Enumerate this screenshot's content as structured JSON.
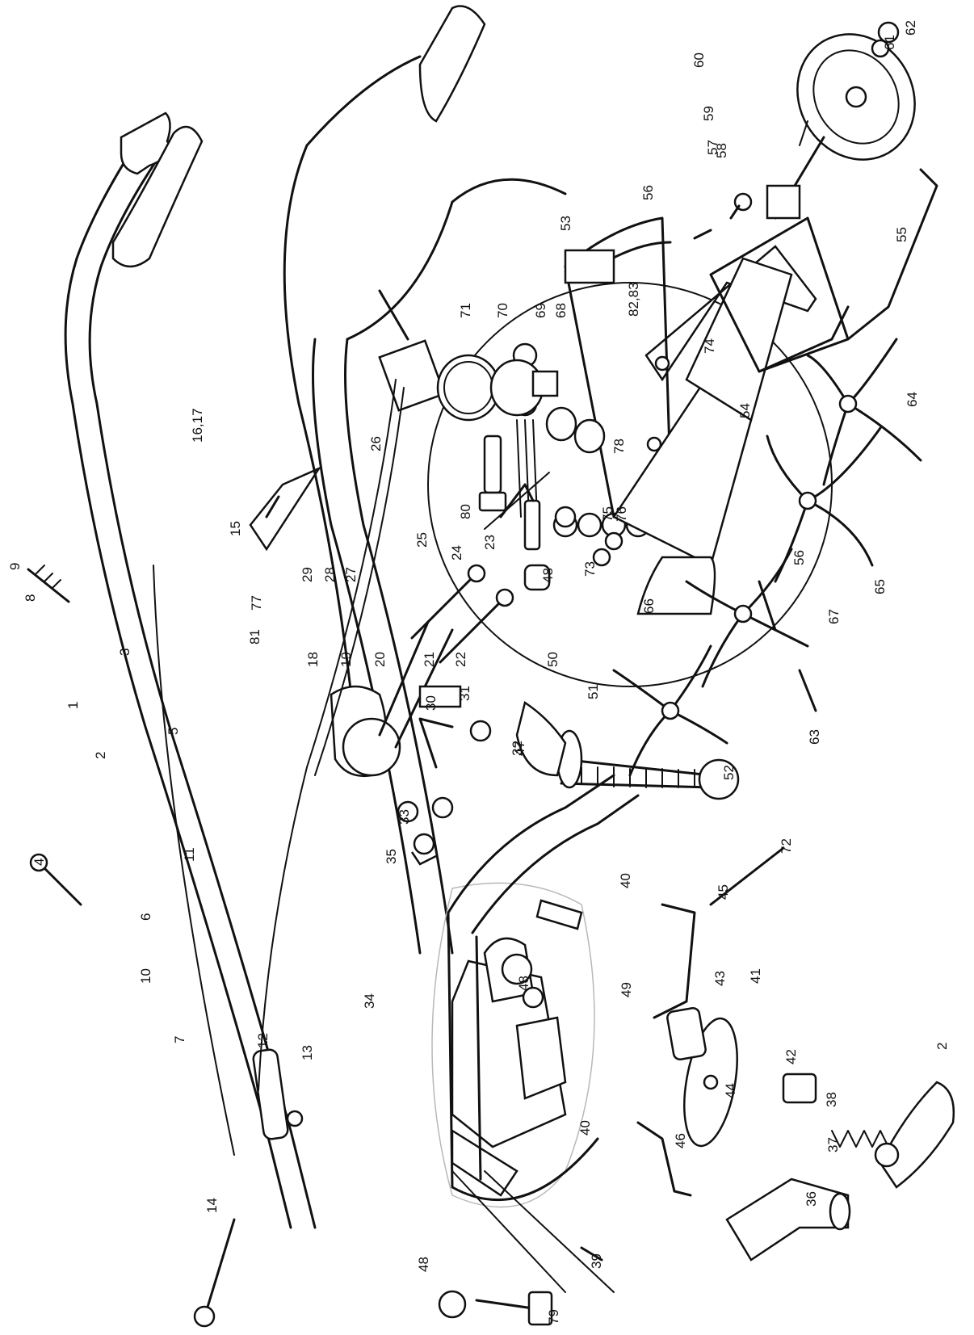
{
  "labels": [
    {
      "id": "p1",
      "text": "1"
    },
    {
      "id": "p2a",
      "text": "2"
    },
    {
      "id": "p2b",
      "text": "2"
    },
    {
      "id": "p3",
      "text": "3"
    },
    {
      "id": "p4",
      "text": "4"
    },
    {
      "id": "p5",
      "text": "5"
    },
    {
      "id": "p6",
      "text": "6"
    },
    {
      "id": "p7",
      "text": "7"
    },
    {
      "id": "p8",
      "text": "8"
    },
    {
      "id": "p9",
      "text": "9"
    },
    {
      "id": "p10",
      "text": "10"
    },
    {
      "id": "p11",
      "text": "11"
    },
    {
      "id": "p12",
      "text": "12"
    },
    {
      "id": "p13",
      "text": "13"
    },
    {
      "id": "p14",
      "text": "14"
    },
    {
      "id": "p15",
      "text": "15"
    },
    {
      "id": "p16",
      "text": "16,17"
    },
    {
      "id": "p18",
      "text": "18"
    },
    {
      "id": "p19",
      "text": "19"
    },
    {
      "id": "p20",
      "text": "20"
    },
    {
      "id": "p21",
      "text": "21"
    },
    {
      "id": "p22",
      "text": "22"
    },
    {
      "id": "p23",
      "text": "23"
    },
    {
      "id": "p24",
      "text": "24"
    },
    {
      "id": "p25",
      "text": "25"
    },
    {
      "id": "p26",
      "text": "26"
    },
    {
      "id": "p27",
      "text": "27"
    },
    {
      "id": "p28",
      "text": "28"
    },
    {
      "id": "p29",
      "text": "29"
    },
    {
      "id": "p30",
      "text": "30"
    },
    {
      "id": "p31",
      "text": "31"
    },
    {
      "id": "p32",
      "text": "32"
    },
    {
      "id": "p33",
      "text": "33"
    },
    {
      "id": "p34",
      "text": "34"
    },
    {
      "id": "p35",
      "text": "35"
    },
    {
      "id": "p36",
      "text": "36"
    },
    {
      "id": "p37",
      "text": "37"
    },
    {
      "id": "p38",
      "text": "38"
    },
    {
      "id": "p39",
      "text": "39"
    },
    {
      "id": "p40a",
      "text": "40"
    },
    {
      "id": "p40b",
      "text": "40"
    },
    {
      "id": "p41",
      "text": "41"
    },
    {
      "id": "p42",
      "text": "42"
    },
    {
      "id": "p43",
      "text": "43"
    },
    {
      "id": "p44",
      "text": "44"
    },
    {
      "id": "p45",
      "text": "45"
    },
    {
      "id": "p46",
      "text": "46"
    },
    {
      "id": "p47",
      "text": "47"
    },
    {
      "id": "p48a",
      "text": "48"
    },
    {
      "id": "p48b",
      "text": "48"
    },
    {
      "id": "p48c",
      "text": "48"
    },
    {
      "id": "p49",
      "text": "49"
    },
    {
      "id": "p50",
      "text": "50"
    },
    {
      "id": "p51",
      "text": "51"
    },
    {
      "id": "p52",
      "text": "52"
    },
    {
      "id": "p53",
      "text": "53"
    },
    {
      "id": "p54",
      "text": "54"
    },
    {
      "id": "p55",
      "text": "55"
    },
    {
      "id": "p56a",
      "text": "56"
    },
    {
      "id": "p56b",
      "text": "56"
    },
    {
      "id": "p57",
      "text": "57"
    },
    {
      "id": "p58",
      "text": "58"
    },
    {
      "id": "p59",
      "text": "59"
    },
    {
      "id": "p60",
      "text": "60"
    },
    {
      "id": "p61",
      "text": "61"
    },
    {
      "id": "p62",
      "text": "62"
    },
    {
      "id": "p63",
      "text": "63"
    },
    {
      "id": "p64",
      "text": "64"
    },
    {
      "id": "p65",
      "text": "65"
    },
    {
      "id": "p66",
      "text": "66"
    },
    {
      "id": "p67",
      "text": "67"
    },
    {
      "id": "p68",
      "text": "68"
    },
    {
      "id": "p69",
      "text": "69"
    },
    {
      "id": "p70",
      "text": "70"
    },
    {
      "id": "p71",
      "text": "71"
    },
    {
      "id": "p72",
      "text": "72"
    },
    {
      "id": "p73",
      "text": "73"
    },
    {
      "id": "p74",
      "text": "74"
    },
    {
      "id": "p75",
      "text": "75"
    },
    {
      "id": "p76",
      "text": "76"
    },
    {
      "id": "p77",
      "text": "77"
    },
    {
      "id": "p78",
      "text": "78"
    },
    {
      "id": "p79",
      "text": "79"
    },
    {
      "id": "p80",
      "text": "80"
    },
    {
      "id": "p81",
      "text": "81"
    },
    {
      "id": "p82",
      "text": "82,83"
    }
  ]
}
